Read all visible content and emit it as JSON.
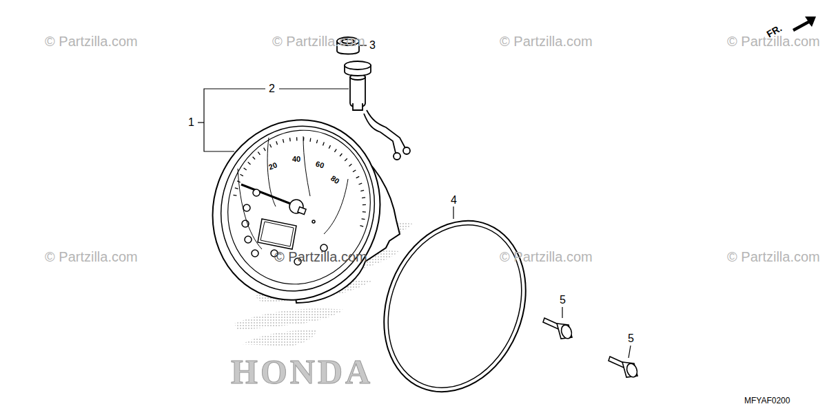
{
  "diagram": {
    "labels": [
      "© Partzilla.com",
      "© Partzilla.com",
      "© Partzilla.com",
      "© Partzilla.com",
      "FR.",
      "3",
      "2",
      "1",
      "20",
      "40",
      "60",
      "80",
      "4",
      "© Partzilla.com",
      "© Partzilla.com",
      "© Partzilla.com",
      "© Partzilla.com",
      "5",
      "5",
      "HONDA",
      "MFYAF0200"
    ]
  }
}
